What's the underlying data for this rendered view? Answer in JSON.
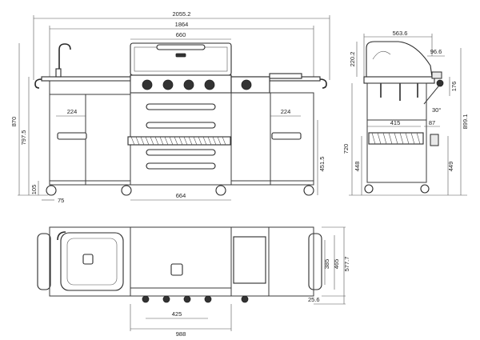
{
  "dimensions": {
    "overall_width": "2055.2",
    "grill_width": "1864",
    "hood_width": "660",
    "side_shelf_left": "224",
    "side_shelf_right": "224",
    "base_width": "664",
    "leg_offset": "75",
    "leg_height": "105",
    "overall_height": "870",
    "counter_height": "797.5",
    "door_height": "451.5",
    "depth": "563.6",
    "hood_height": "220.2",
    "handle_depth": "96.6",
    "shelf_drop": "176",
    "basket_width": "415",
    "burner_width": "87",
    "hood_angle": "30°",
    "side_height": "720",
    "open_height": "899.1",
    "cart_height_left": "448",
    "cart_height_right": "449",
    "top_depth_1": "385",
    "top_depth_2": "465",
    "top_depth_3": "577.7",
    "burner_offset": "25.6",
    "knob_spacing": "425",
    "top_width": "988"
  }
}
